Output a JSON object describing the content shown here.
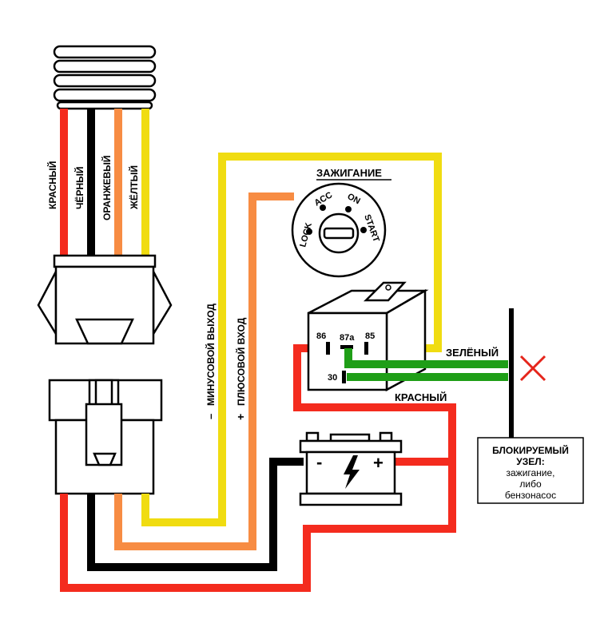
{
  "colors": {
    "red": "#f42b1e",
    "black": "#000000",
    "orange": "#f78c43",
    "yellow": "#f0dc11",
    "green": "#1f9e17",
    "cross": "#e5251b"
  },
  "top_connector": {
    "wire_labels": [
      "КРАСНЫЙ",
      "ЧЁРНЫЙ",
      "ОРАНЖЕВЫЙ",
      "ЖЁЛТЫЙ"
    ]
  },
  "wire_labels": {
    "minus_output": "МИНУСОВОЙ ВЫХОД",
    "minus_sign": "–",
    "plus_input": "ПЛЮСОВОЙ ВХОД",
    "plus_sign": "+",
    "green": "ЗЕЛЁНЫЙ",
    "red": "КРАСНЫЙ"
  },
  "ignition": {
    "title": "ЗАЖИГАНИЕ",
    "positions": [
      "LOCK",
      "ACC",
      "ON",
      "START"
    ]
  },
  "relay": {
    "pins": [
      "86",
      "87a",
      "85",
      "30"
    ]
  },
  "battery": {
    "minus": "-",
    "plus": "+"
  },
  "blocked_unit": {
    "title_line1": "БЛОКИРУЕМЫЙ",
    "title_line2": "УЗЕЛ:",
    "desc_line1": "зажигание,",
    "desc_line2": "либо",
    "desc_line3": "бензонасос"
  }
}
